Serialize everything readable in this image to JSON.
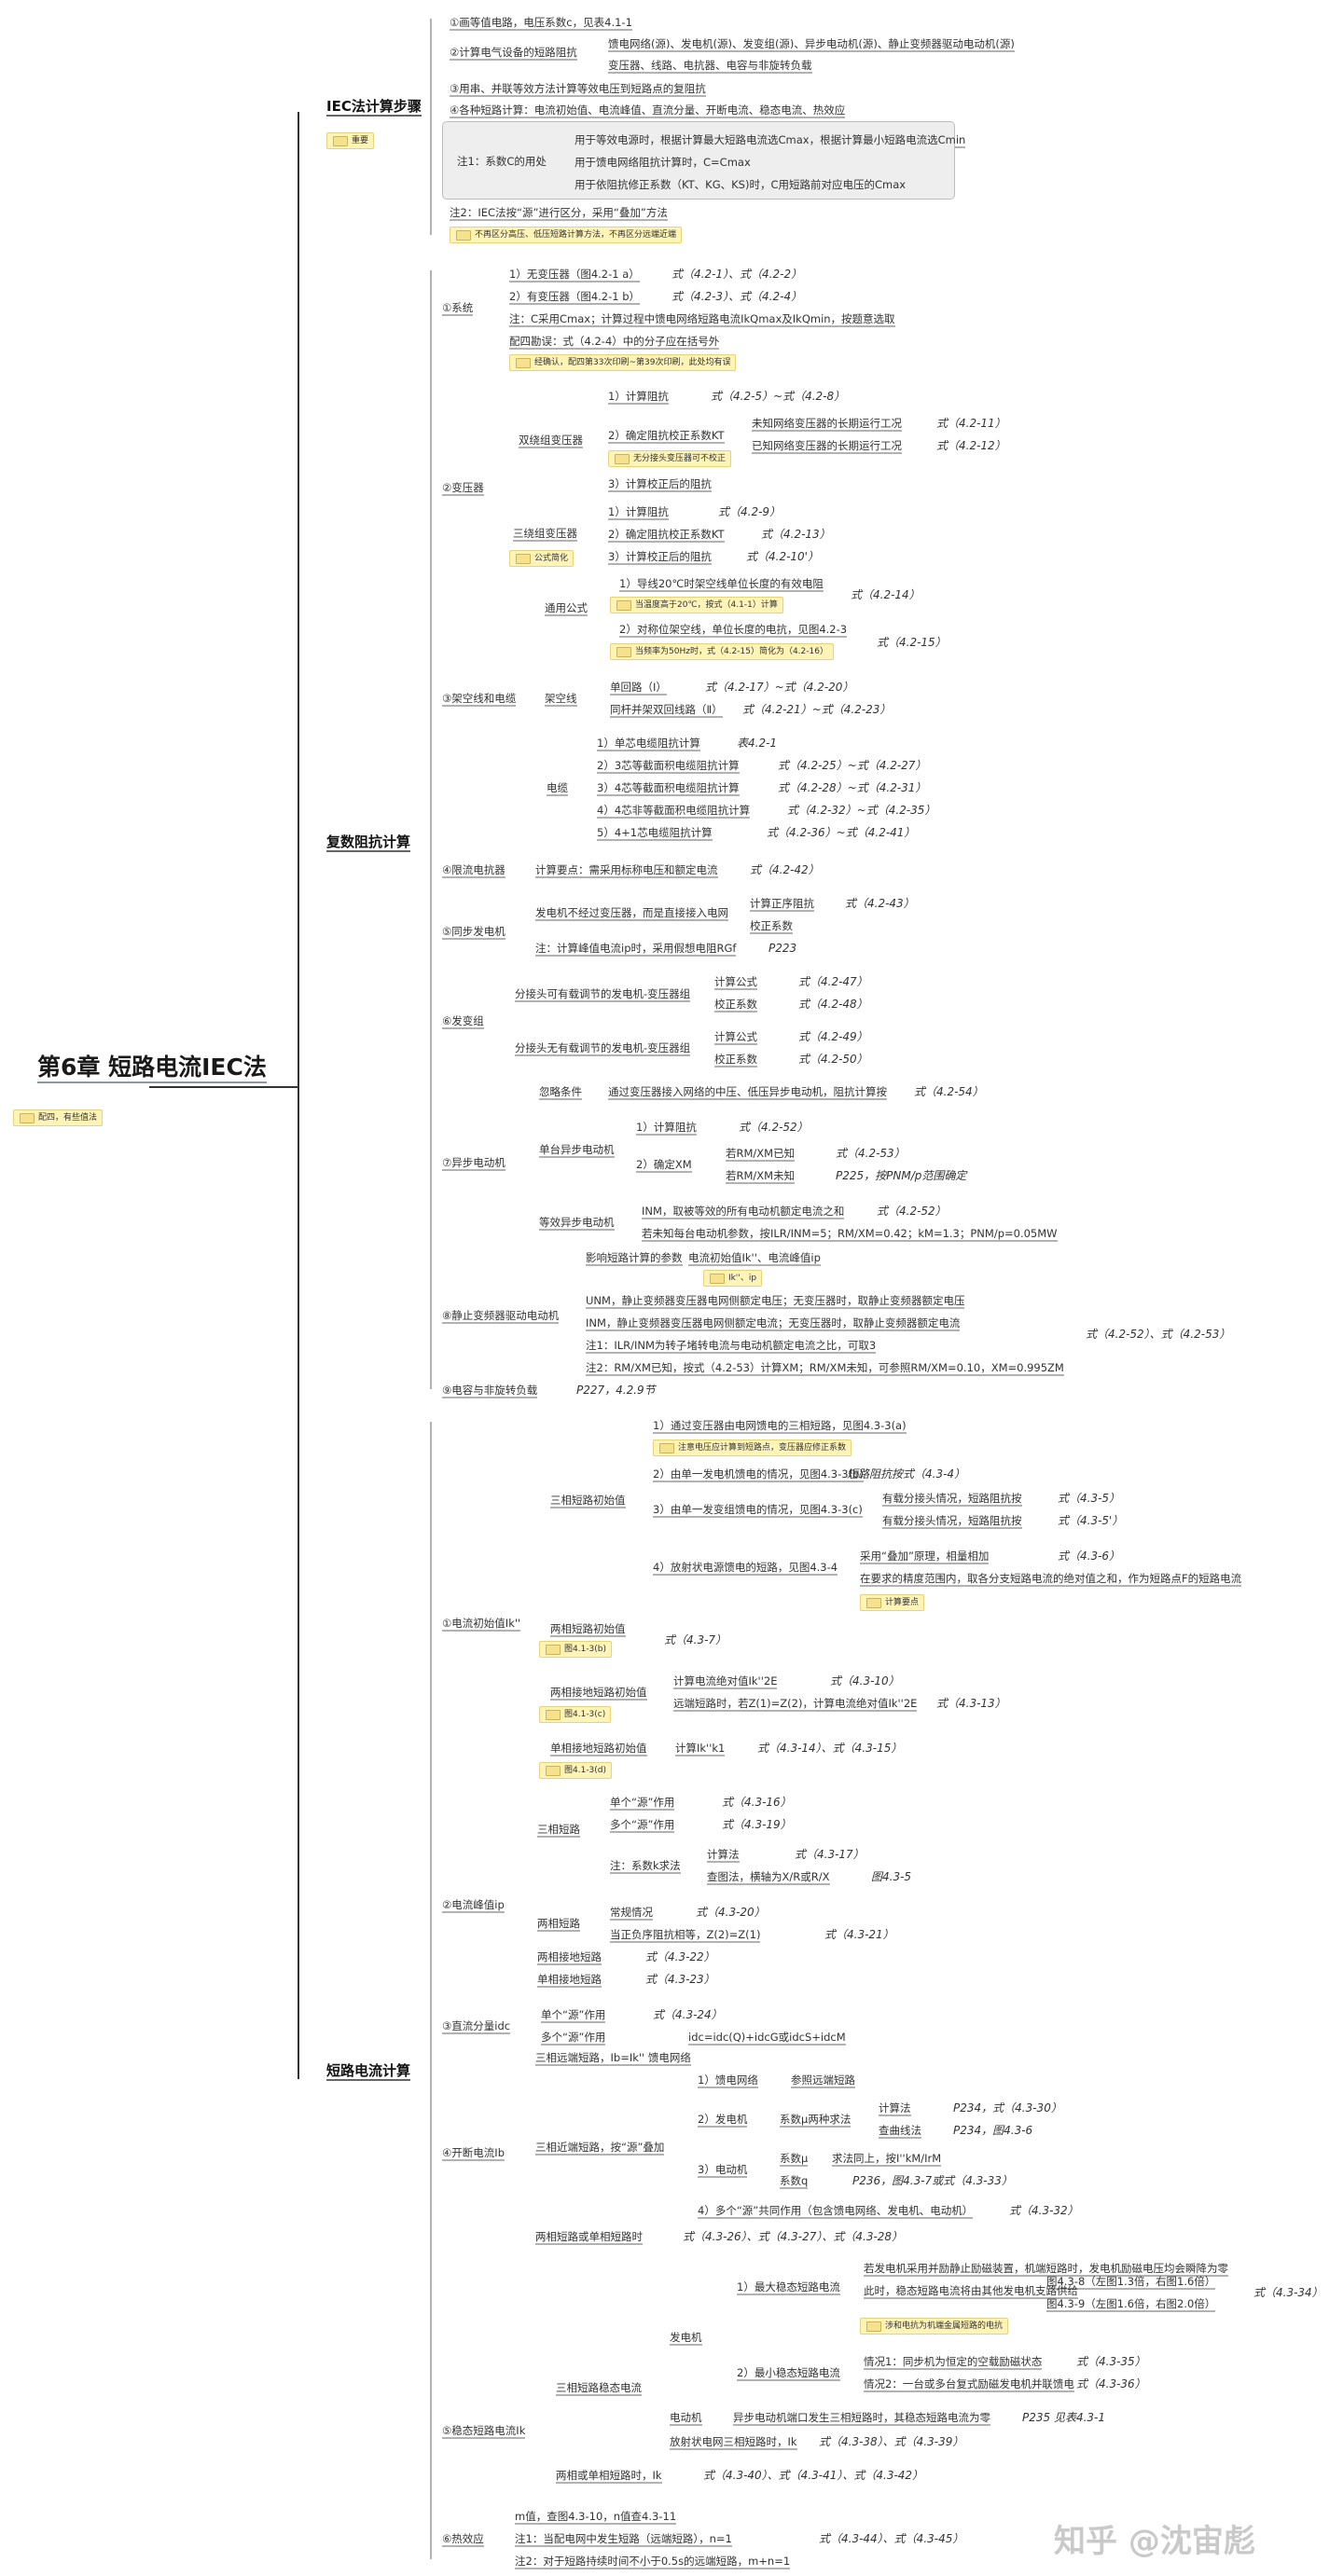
{
  "title": "第6章 短路电流IEC法",
  "root_note": "配四，有些值法",
  "watermark": "知乎 @沈宙彪",
  "iec": {
    "label": "IEC法计算步骤",
    "note": "重要",
    "items": [
      "①画等值电路，电压系数c，见表4.1-1",
      "②计算电气设备的短路阻抗",
      "馈电网络(源)、发电机(源)、发变组(源)、异步电动机(源)、静止变频器驱动电动机(源)",
      "变压器、线路、电抗器、电容与非旋转负载",
      "③用串、并联等效方法计算等效电压到短路点的复阻抗",
      "④各种短路计算：电流初始值、电流峰值、直流分量、开断电流、稳态电流、热效应",
      "注1：系数C的用处",
      "用于等效电源时，根据计算最大短路电流选Cmax，根据计算最小短路电流选Cmin",
      "用于馈电网络阻抗计算时，C=Cmax",
      "用于依阻抗修正系数（KT、KG、KS)时，C用短路前对应电压的Cmax",
      "注2：IEC法按“源”进行区分，采用“叠加”方法",
      "不再区分高压、低压短路计算方法，不再区分远端近端"
    ]
  },
  "imp": {
    "label": "复数阻抗计算",
    "items": [
      "①系统",
      "1）无变压器（图4.2-1 a）",
      "式（4.2-1）、式（4.2-2）",
      "2）有变压器（图4.2-1 b）",
      "式（4.2-3）、式（4.2-4）",
      "注：C采用Cmax；计算过程中馈电网络短路电流IkQmax及IkQmin，按题意选取",
      "配四勘误：式（4.2-4）中的分子应在括号外",
      "经确认，配四第33次印刷~第39次印刷，此处均有误",
      "②变压器",
      "双绕组变压器",
      "1）计算阻抗",
      "式（4.2-5）~式（4.2-8）",
      "2）确定阻抗校正系数KT",
      "未知网络变压器的长期运行工况",
      "式（4.2-11）",
      "已知网络变压器的长期运行工况",
      "式（4.2-12）",
      "无分接头变压器可不校正",
      "3）计算校正后的阻抗",
      "三绕组变压器",
      "式（4.2-9）",
      "式（4.2-13）",
      "式（4.2-10'）",
      "公式简化",
      "③架空线和电缆",
      "通用公式",
      "1）导线20℃时架空线单位长度的有效电阻",
      "式（4.2-14）",
      "当温度高于20℃，按式（4.1-1）计算",
      "2）对称位架空线，单位长度的电抗，见图4.2-3",
      "式（4.2-15）",
      "当频率为50Hz时，式（4.2-15）简化为（4.2-16）",
      "架空线",
      "单回路（Ⅰ）",
      "式（4.2-17）~式（4.2-20）",
      "同杆并架双回线路（Ⅱ）",
      "式（4.2-21）~式（4.2-23）",
      "电缆",
      "1）单芯电缆阻抗计算",
      "表4.2-1",
      "2）3芯等截面积电缆阻抗计算",
      "式（4.2-25）~式（4.2-27）",
      "3）4芯等截面积电缆阻抗计算",
      "式（4.2-28）~式（4.2-31）",
      "4）4芯非等截面积电缆阻抗计算",
      "式（4.2-32）~式（4.2-35）",
      "5）4+1芯电缆阻抗计算",
      "式（4.2-36）~式（4.2-41）",
      "④限流电抗器",
      "计算要点：需采用标称电压和额定电流",
      "式（4.2-42）",
      "⑤同步发电机",
      "发电机不经过变压器，而是直接接入电网",
      "计算正序阻抗",
      "式（4.2-43）",
      "校正系数",
      "注：计算峰值电流ip时，采用假想电阻RGf",
      "P223",
      "⑥发变组",
      "分接头可有载调节的发电机-变压器组",
      "计算公式",
      "式（4.2-47）",
      "校正系数",
      "式（4.2-48）",
      "分接头无有载调节的发电机-变压器组",
      "式（4.2-49）",
      "式（4.2-50）",
      "⑦异步电动机",
      "忽略条件",
      "通过变压器接入网络的中压、低压异步电动机，阻抗计算按",
      "式（4.2-54）",
      "单台异步电动机",
      "1）计算阻抗",
      "式（4.2-52）",
      "2）确定XM",
      "若RM/XM已知",
      "式（4.2-53）",
      "若RM/XM未知",
      "P225，按PNM/p范围确定",
      "等效异步电动机",
      "INM，取被等效的所有电动机额定电流之和",
      "式（4.2-52）",
      "若未知每台电动机参数，按ILR/INM=5；RM/XM=0.42；kM=1.3；PNM/p=0.05MW",
      "⑧静止变频器驱动电动机",
      "影响短路计算的参数",
      "电流初始值Ik''、电流峰值ip",
      "Ik''、ip",
      "UNM，静止变频器变压器电网侧额定电压；无变压器时，取静止变频器额定电压",
      "INM，静止变频器变压器电网侧额定电流；无变压器时，取静止变频器额定电流",
      "注1：ILR/INM为转子堵转电流与电动机额定电流之比，可取3",
      "注2：RM/XM已知，按式（4.2-53）计算XM；RM/XM未知，可参照RM/XM=0.10，XM=0.995ZM",
      "式（4.2-52）、式（4.2-53）",
      "⑨电容与非旋转负载",
      "P227，4.2.9节"
    ]
  },
  "sc": {
    "label": "短路电流计算",
    "items": [
      "①电流初始值Ik''",
      "三相短路初始值",
      "1）通过变压器由电网馈电的三相短路，见图4.3-3(a)",
      "注意电压应计算到短路点，变压器应修正系数",
      "2）由单一发电机馈电的情况，见图4.3-3(b)",
      "短路阻抗按式（4.3-4）",
      "3）由单一发变组馈电的情况，见图4.3-3(c)",
      "有载分接头情况，短路阻抗按",
      "式（4.3-5）",
      "有载分接头情况，短路阻抗按",
      "式（4.3-5'）",
      "4）放射状电源馈电的短路，见图4.3-4",
      "采用“叠加”原理，相量相加",
      "式（4.3-6）",
      "在要求的精度范围内，取各分支短路电流的绝对值之和，作为短路点F的短路电流",
      "计算要点",
      "两相短路初始值",
      "图4.1-3(b)",
      "式（4.3-7）",
      "两相接地短路初始值",
      "计算电流绝对值Ik''2E",
      "式（4.3-10）",
      "远端短路时，若Z(1)=Z(2)，计算电流绝对值Ik''2E",
      "式（4.3-13）",
      "图4.1-3(c)",
      "单相接地短路初始值",
      "计算Ik''k1",
      "式（4.3-14）、式（4.3-15）",
      "图4.1-3(d)",
      "②电流峰值ip",
      "三相短路",
      "单个“源”作用",
      "式（4.3-16）",
      "多个“源”作用",
      "式（4.3-19）",
      "注：系数k求法",
      "计算法",
      "式（4.3-17）",
      "查图法，横轴为X/R或R/X",
      "图4.3-5",
      "两相短路",
      "常规情况",
      "式（4.3-20）",
      "当正负序阻抗相等，Z(2)=Z(1)",
      "式（4.3-21）",
      "两相接地短路",
      "式（4.3-22）",
      "单相接地短路",
      "式（4.3-23）",
      "③直流分量idc",
      "单个“源”作用",
      "式（4.3-24）",
      "多个“源”作用",
      "idc=idc(Q)+idcG或idcS+idcM",
      "④开断电流Ib",
      "三相远端短路，Ib=Ik'' 馈电网络",
      "三相近端短路，按“源”叠加",
      "1）馈电网络",
      "参照远端短路",
      "2）发电机",
      "系数μ两种求法",
      "计算法",
      "P234，式（4.3-30）",
      "查曲线法",
      "P234，图4.3-6",
      "3）电动机",
      "系数μ",
      "求法同上，按I''kM/IrM",
      "系数q",
      "P236，图4.3-7或式（4.3-33）",
      "4）多个“源”共同作用（包含馈电网络、发电机、电动机）",
      "式（4.3-32）",
      "两相短路或单相短路时",
      "式（4.3-26）、式（4.3-27）、式（4.3-28）",
      "⑤稳态短路电流Ik",
      "三相短路稳态电流",
      "发电机",
      "1）最大稳态短路电流",
      "若发电机采用并励静止励磁装置，机端短路时，发电机励磁电压均会瞬降为零",
      "此时，稳态短路电流将由其他发电机支路供给",
      "图4.3-8（左图1.3倍，右图1.6倍）",
      "图4.3-9（左图1.6倍，右图2.0倍）",
      "式（4.3-34）",
      "涉和电抗为机端金属短路的电抗",
      "2）最小稳态短路电流",
      "情况1：同步机为恒定的空载励磁状态",
      "式（4.3-35）",
      "情况2：一台或多台复式励磁发电机并联馈电",
      "式（4.3-36）",
      "电动机",
      "异步电动机端口发生三相短路时，其稳态短路电流为零",
      "P235 见表4.3-1",
      "放射状电网三相短路时，Ik",
      "式（4.3-38）、式（4.3-39）",
      "两相或单相短路时，Ik",
      "式（4.3-40）、式（4.3-41）、式（4.3-42）",
      "⑥热效应",
      "m值，查图4.3-10，n值查4.3-11",
      "注1：当配电网中发生短路（远端短路），n=1",
      "注2：对于短路持续时间不小于0.5s的远端短路，m+n=1",
      "式（4.3-44）、式（4.3-45）"
    ]
  }
}
